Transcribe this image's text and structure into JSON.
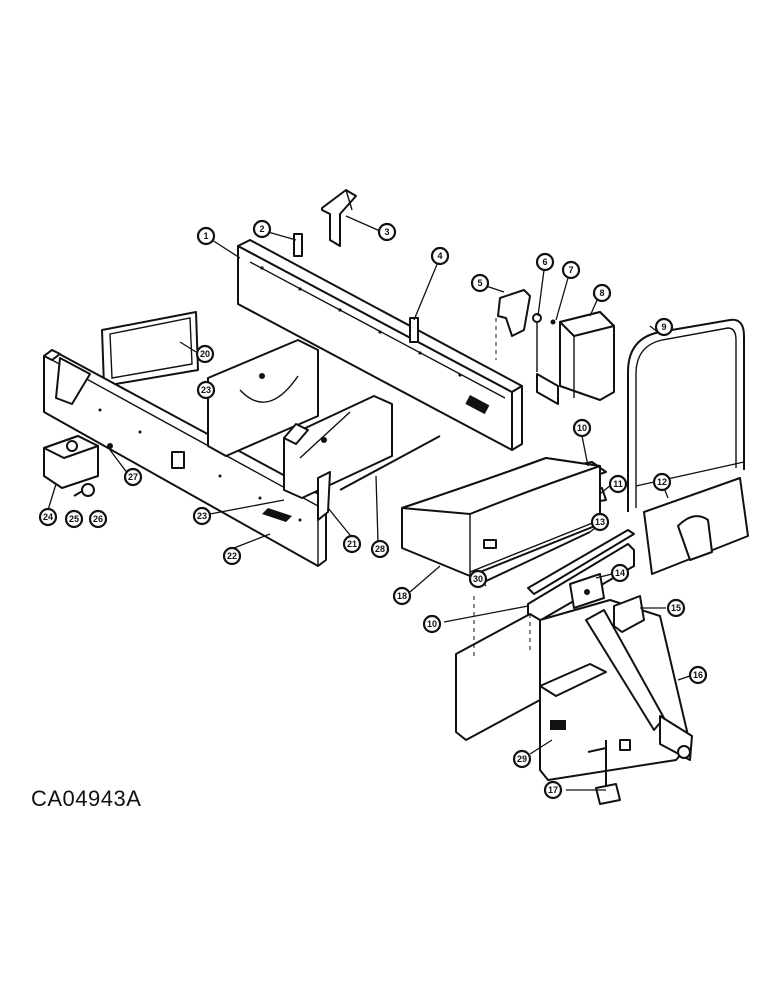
{
  "figure_code": "CA04943A",
  "callouts": [
    {
      "id": "c1",
      "label": "1"
    },
    {
      "id": "c2",
      "label": "2"
    },
    {
      "id": "c3",
      "label": "3"
    },
    {
      "id": "c4",
      "label": "4"
    },
    {
      "id": "c5",
      "label": "5"
    },
    {
      "id": "c6",
      "label": "6"
    },
    {
      "id": "c7",
      "label": "7"
    },
    {
      "id": "c8",
      "label": "8"
    },
    {
      "id": "c9",
      "label": "9"
    },
    {
      "id": "c10a",
      "label": "10"
    },
    {
      "id": "c11",
      "label": "11"
    },
    {
      "id": "c12",
      "label": "12"
    },
    {
      "id": "c13",
      "label": "13"
    },
    {
      "id": "c14",
      "label": "14"
    },
    {
      "id": "c15",
      "label": "15"
    },
    {
      "id": "c16",
      "label": "16"
    },
    {
      "id": "c17",
      "label": "17"
    },
    {
      "id": "c10b",
      "label": "10"
    },
    {
      "id": "c18",
      "label": "18"
    },
    {
      "id": "c20",
      "label": "20"
    },
    {
      "id": "c21",
      "label": "21"
    },
    {
      "id": "c22",
      "label": "22"
    },
    {
      "id": "c23a",
      "label": "23"
    },
    {
      "id": "c23b",
      "label": "23"
    },
    {
      "id": "c24",
      "label": "24"
    },
    {
      "id": "c25",
      "label": "25"
    },
    {
      "id": "c26",
      "label": "26"
    },
    {
      "id": "c27",
      "label": "27"
    },
    {
      "id": "c28",
      "label": "28"
    },
    {
      "id": "c29",
      "label": "29"
    },
    {
      "id": "c30",
      "label": "30"
    }
  ]
}
